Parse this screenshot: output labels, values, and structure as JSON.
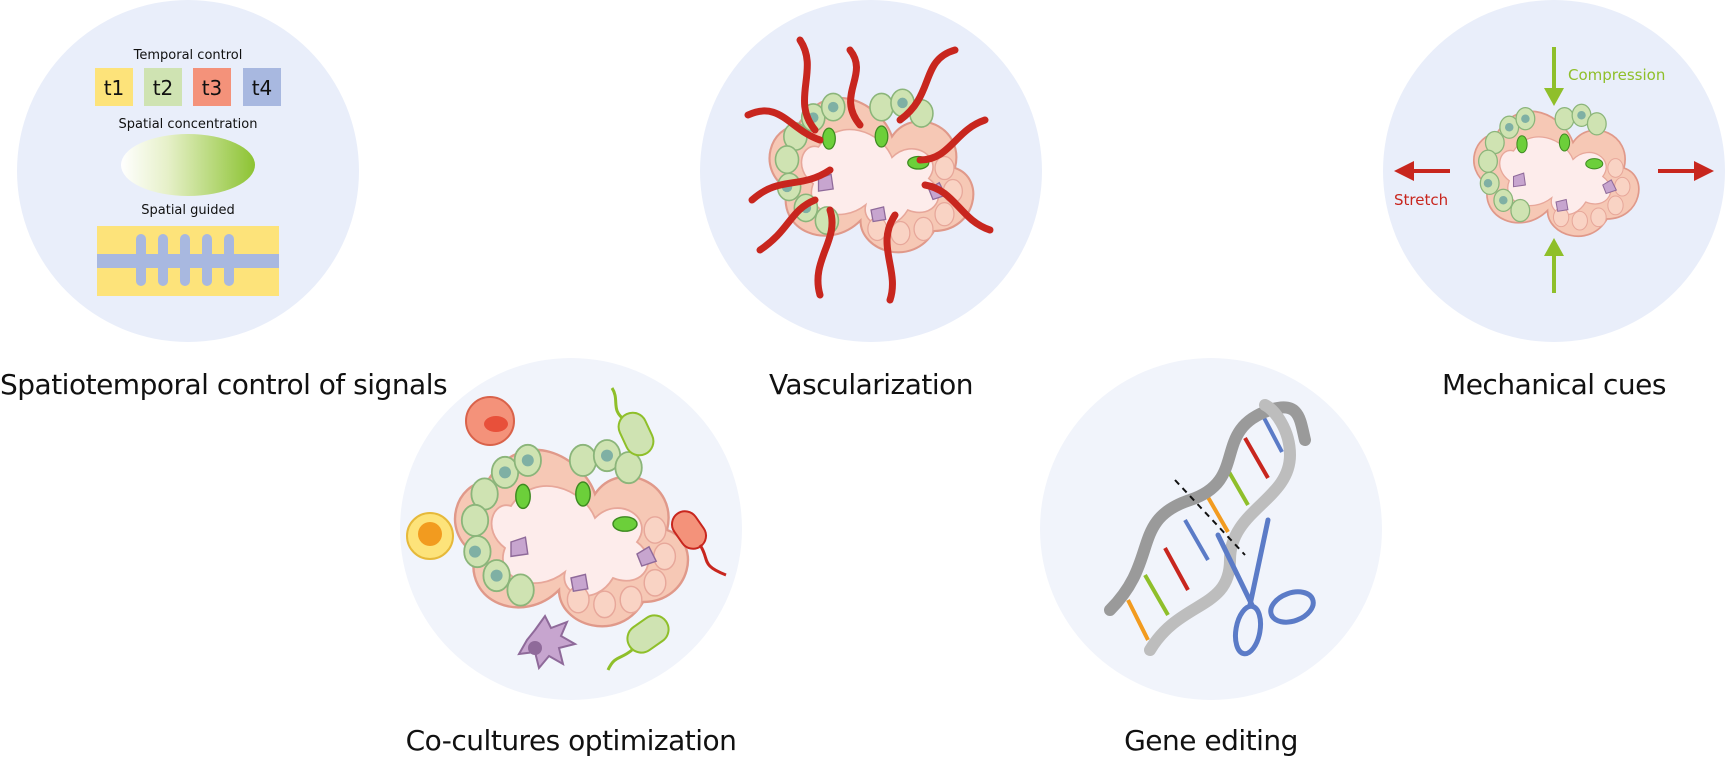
{
  "panels": {
    "spatiotemporal": {
      "caption": "Spatiotemporal control of signals",
      "temporal_label": "Temporal control",
      "time_boxes": [
        {
          "label": "t1",
          "color": "#fde37a"
        },
        {
          "label": "t2",
          "color": "#cfe3b2"
        },
        {
          "label": "t3",
          "color": "#f4927a"
        },
        {
          "label": "t4",
          "color": "#a8b8e0"
        }
      ],
      "concentration_label": "Spatial concentration",
      "guided_label": "Spatial guided"
    },
    "vascularization": {
      "caption": "Vascularization"
    },
    "mechanical": {
      "caption": "Mechanical cues",
      "compression_label": "Compression",
      "stretch_label": "Stretch"
    },
    "cocultures": {
      "caption": "Co-cultures optimization"
    },
    "gene_editing": {
      "caption": "Gene editing"
    }
  },
  "colors": {
    "circle_bg": "#e9eefa",
    "circle_bg_light": "#f1f4fb",
    "vessel_red": "#c8261e",
    "compression_green": "#8fbf2a",
    "stretch_red": "#c8261e",
    "scissors_blue": "#5b7bc7"
  }
}
